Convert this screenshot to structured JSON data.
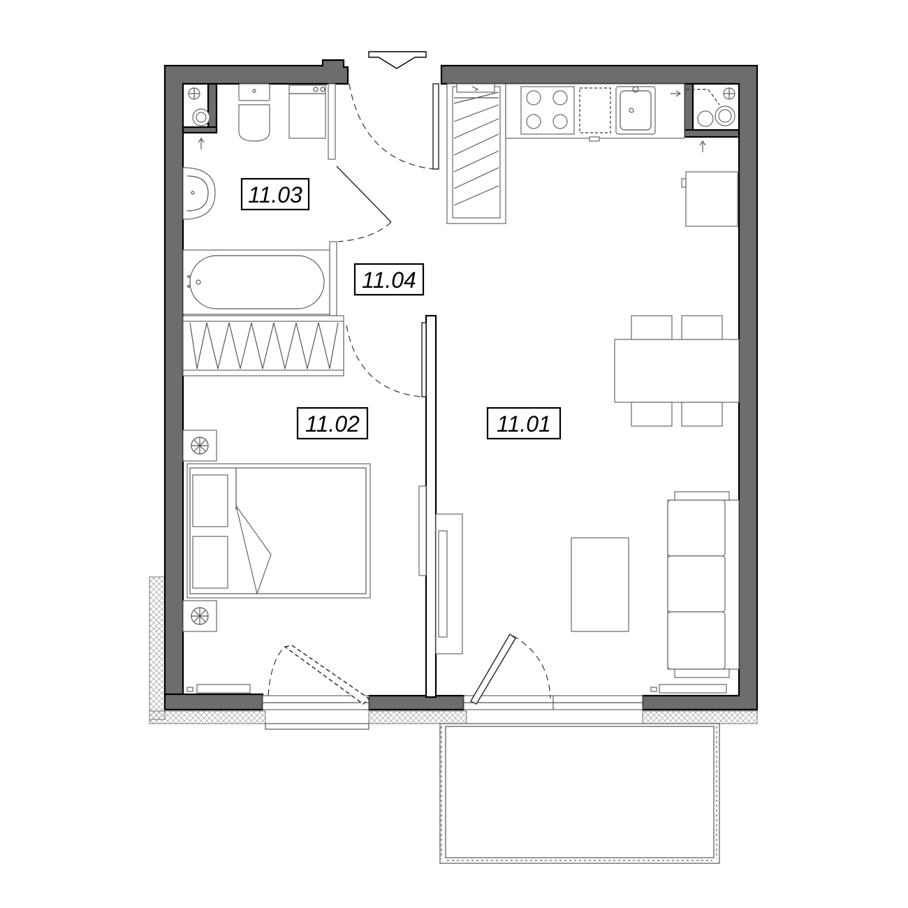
{
  "rooms": [
    {
      "id": "r1",
      "label": "11.01"
    },
    {
      "id": "r2",
      "label": "11.02"
    },
    {
      "id": "r3",
      "label": "11.03"
    },
    {
      "id": "r4",
      "label": "11.04"
    }
  ],
  "icons": {
    "entrance": "entrance-arrow-icon",
    "ventilation": "ventilation-arrow-icon"
  },
  "colors": {
    "wall": "#6d6d6d",
    "line": "#555555"
  }
}
